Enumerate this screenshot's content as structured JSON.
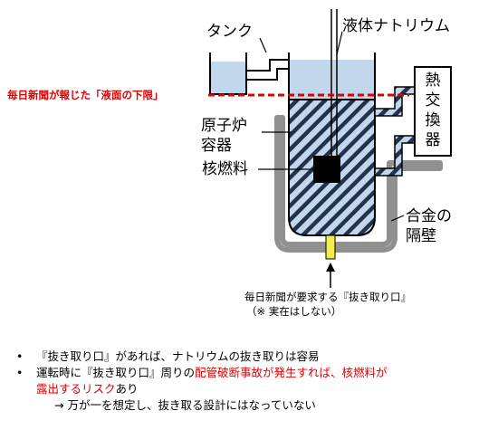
{
  "labels": {
    "tank": "タンク",
    "liquid_sodium": "液体ナトリウム",
    "heat_exchanger": [
      "熱",
      "交",
      "換",
      "器"
    ],
    "reactor_vessel": [
      "原子炉",
      "容器"
    ],
    "fuel": "核燃料",
    "alloy_wall": [
      "合金の",
      "隔壁"
    ]
  },
  "red_line_label": "毎日新聞が報じた「液面の下限」",
  "port_note": [
    "毎日新聞が要求する『抜き取り口』",
    "（※ 実在はしない）"
  ],
  "bullets": {
    "b1": "『抜き取り口』があれば、ナトリウムの抜き取りは容易",
    "b2_part1": "運転時に『抜き取り口』周りの",
    "b2_red1": "配管破断事故が発生すれば、核燃料が",
    "b2_red2": "露出するリスク",
    "b2_part2": "あり",
    "b2_sub": "→ 万が一を想定し、抜き取る設計にはなっていない"
  },
  "bullet_marker": "•",
  "colors": {
    "accent_red": "#e00000",
    "sodium": "#c2d6ec",
    "wall_gray": "#909090"
  }
}
